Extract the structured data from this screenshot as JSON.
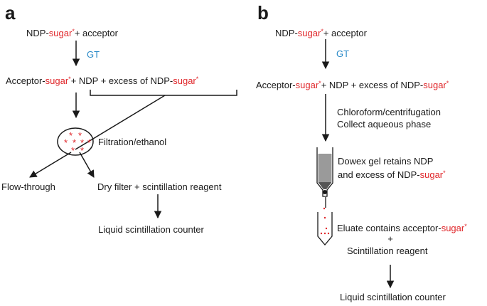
{
  "panels": {
    "a": "a",
    "b": "b"
  },
  "common": {
    "ndp": "NDP-",
    "sugar": "sugar",
    "star": "*",
    "plus_acceptor": "+ acceptor",
    "gt": "GT",
    "acceptor": "Acceptor-",
    "plus_ndp_excess": "+ NDP + excess of NDP-"
  },
  "a": {
    "filtration": "Filtration/ethanol",
    "flow_through": "Flow-through",
    "dry_filter": "Dry filter + scintillation reagent",
    "counter": "Liquid scintillation counter",
    "filter_stars": [
      "*",
      "*",
      "*",
      "*",
      "*",
      "*",
      "*",
      "*"
    ]
  },
  "b": {
    "chloroform": "Chloroform/centrifugation",
    "aqueous": "Collect aqueous phase",
    "dowex1": "Dowex gel retains NDP",
    "dowex2": "and excess of NDP-",
    "eluate": "Eluate contains acceptor-",
    "plus": "+",
    "reagent": "Scintillation reagent",
    "counter": "Liquid scintillation counter"
  },
  "colors": {
    "sugar_red": "#e0262a",
    "gt_blue": "#2a8ac8",
    "ink": "#1a1a1a"
  }
}
